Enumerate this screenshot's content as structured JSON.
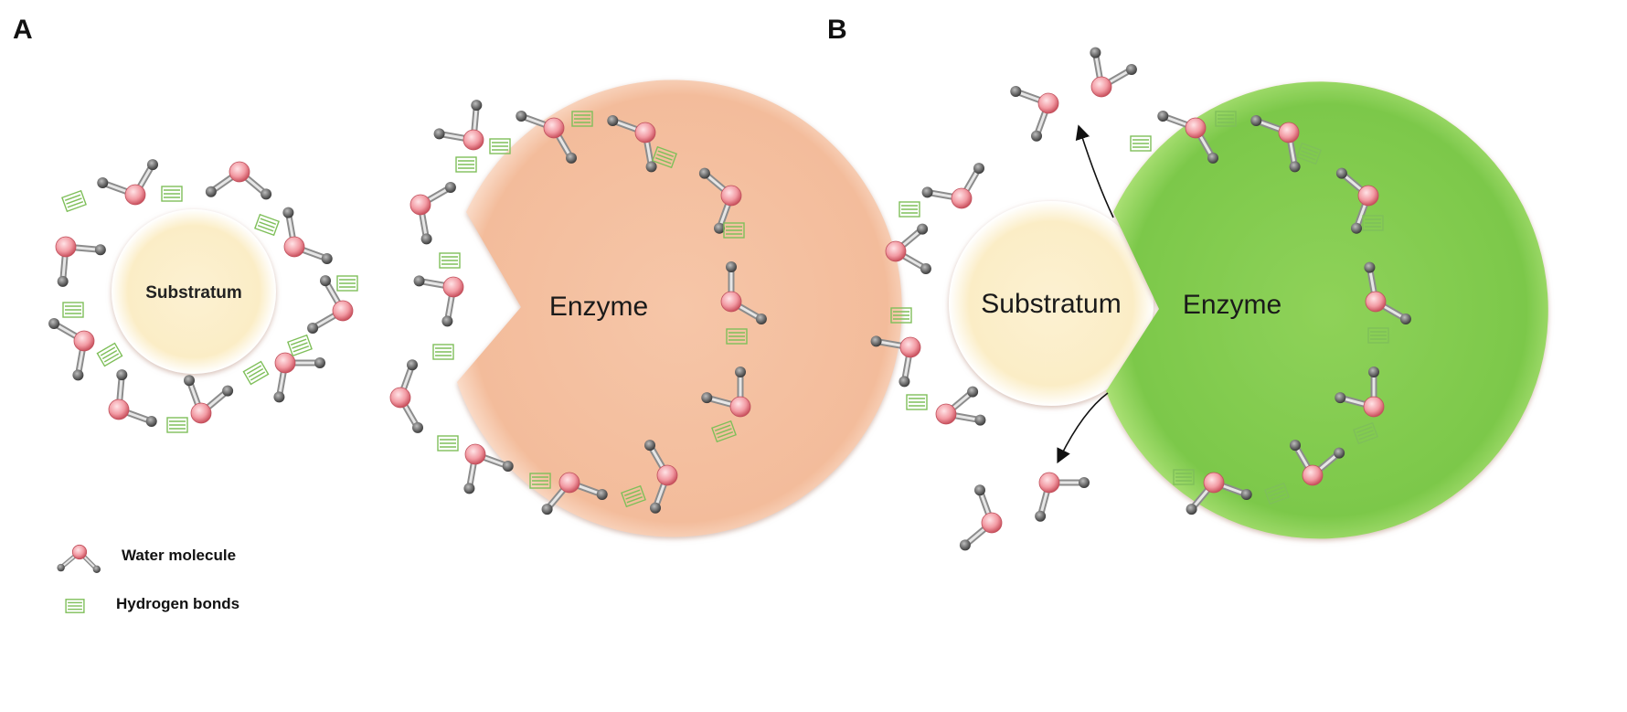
{
  "panels": {
    "a": {
      "letter": "A",
      "substratum_label": "Substratum",
      "enzyme_label": "Enzyme"
    },
    "b": {
      "letter": "B",
      "substratum_label": "Substratum",
      "enzyme_label": "Enzyme"
    }
  },
  "legend": {
    "water_label": "Water molecule",
    "hbond_label": "Hydrogen bonds"
  },
  "colors": {
    "substratum_fill": "#fbedc8",
    "enzyme_a_fill": "#f4c3a4",
    "enzyme_b_fill": "#8ed155",
    "oxygen": "#f08c96",
    "hydrogen": "#555555",
    "bond_stick": "#bdbdbd",
    "hbond": "#7fbf5a"
  },
  "icons": [
    "water-molecule-icon",
    "hydrogen-bond-icon",
    "arrow-icon"
  ]
}
